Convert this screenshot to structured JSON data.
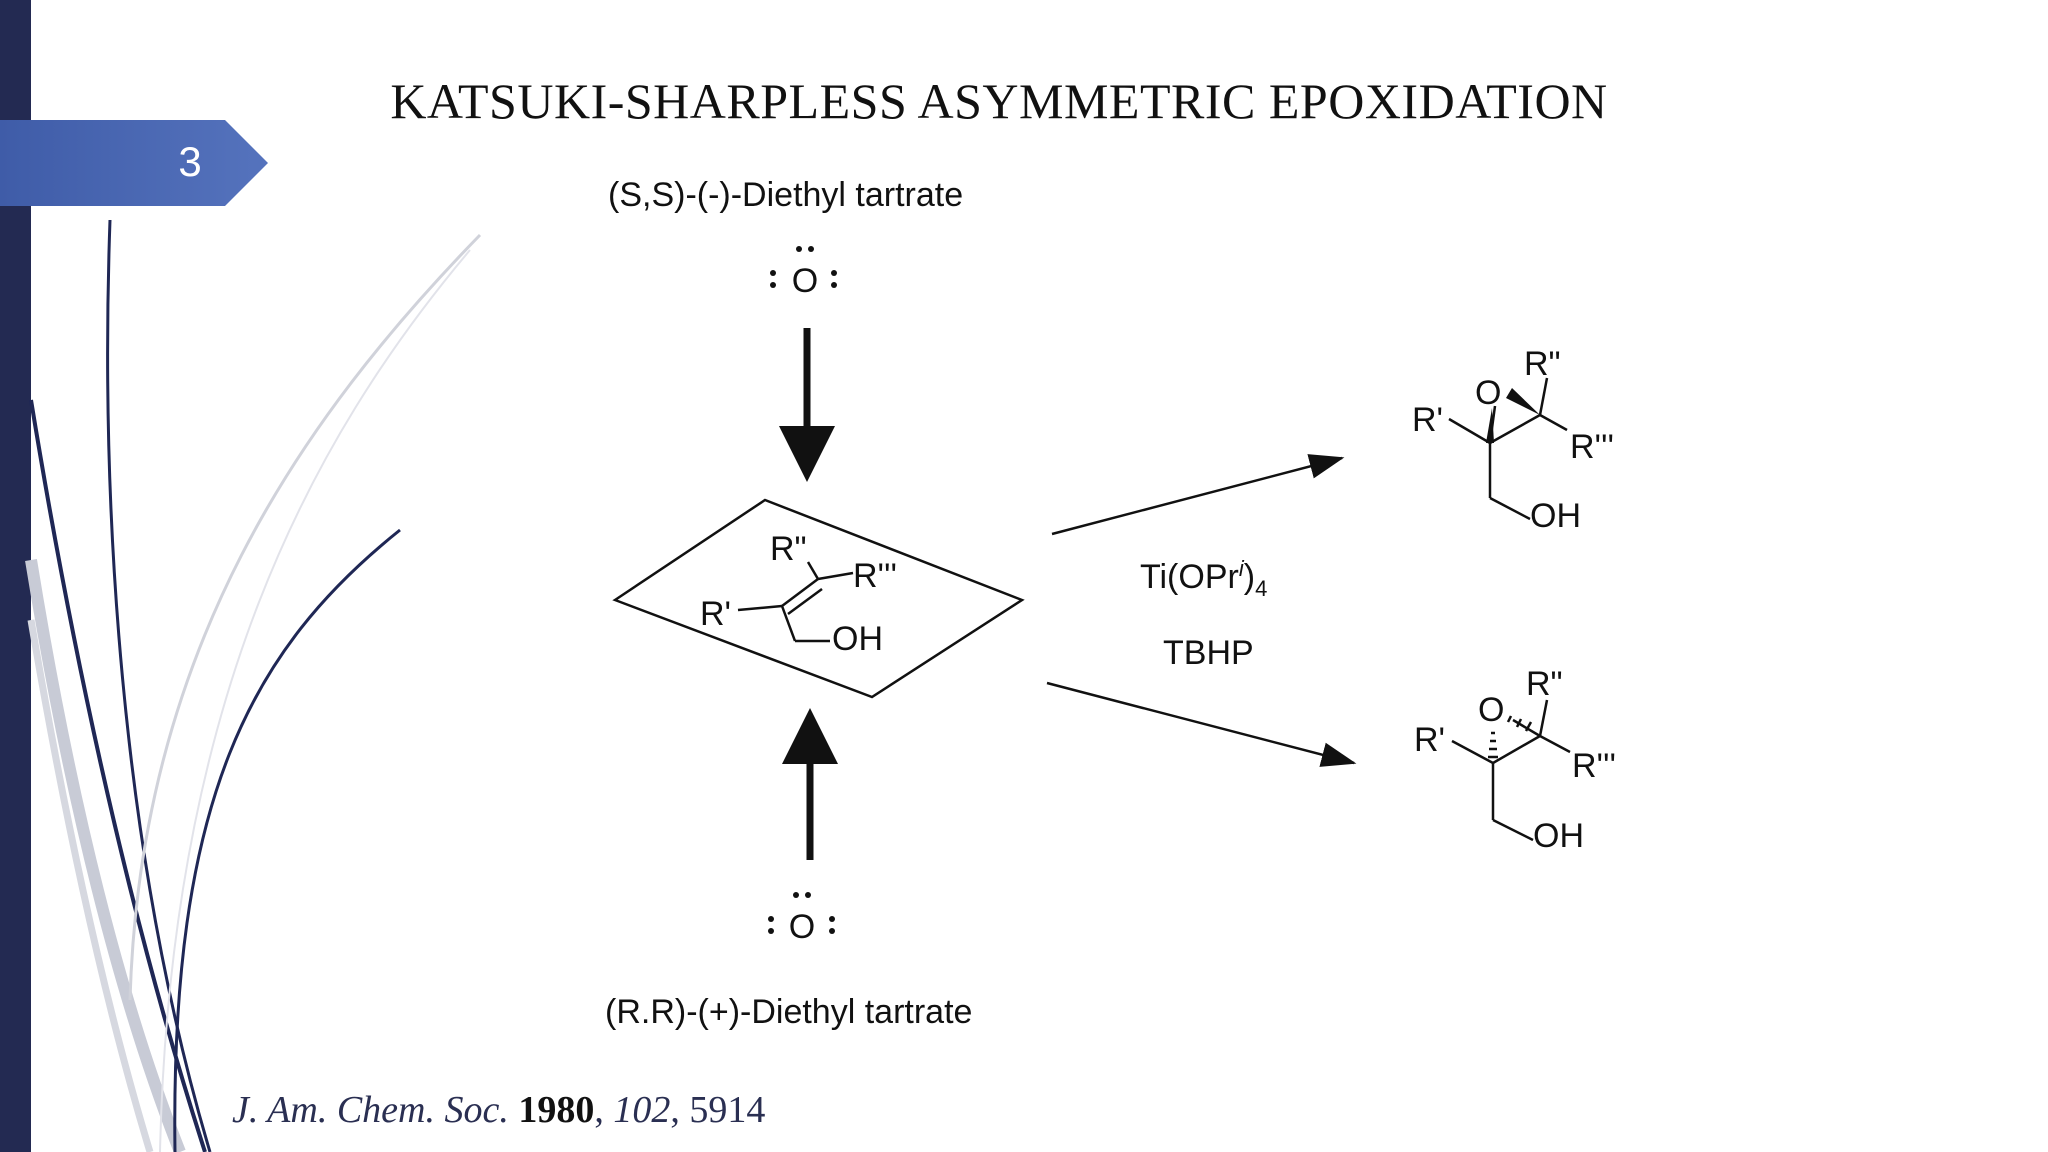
{
  "slide": {
    "number": "3",
    "title": "KATSUKI-SHARPLESS ASYMMETRIC EPOXIDATION"
  },
  "scheme": {
    "top_reagent": "(S,S)-(-)-Diethyl tartrate",
    "bottom_reagent": "(R.R)-(+)-Diethyl tartrate",
    "oxygen_symbol": "O",
    "substrate": {
      "r1": "R'",
      "r2": "R\"",
      "r3": "R'''",
      "oh": "OH"
    },
    "conditions": {
      "catalyst_prefix": "Ti(OPr",
      "catalyst_sup": "i",
      "catalyst_close": ")",
      "catalyst_sub": "4",
      "oxidant": "TBHP"
    },
    "product_top": {
      "o": "O",
      "r1": "R'",
      "r2": "R\"",
      "r3": "R'''",
      "oh": "OH"
    },
    "product_bottom": {
      "o": "O",
      "r1": "R'",
      "r2": "R\"",
      "r3": "R'''",
      "oh": "OH"
    }
  },
  "reference": {
    "journal": "J. Am. Chem. Soc.",
    "year": "1980",
    "volume": "102",
    "page": "5914"
  },
  "colors": {
    "sidebar": "#232a52",
    "tab": "#4a64ad",
    "navy_curve": "#1f2755",
    "grey_curve": "#c8cbd6"
  }
}
